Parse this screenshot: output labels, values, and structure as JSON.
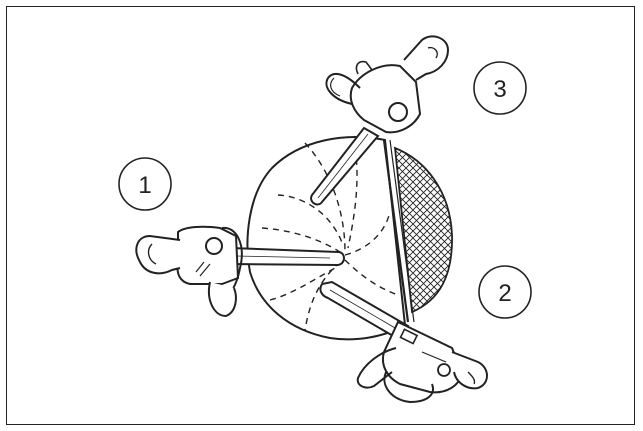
{
  "figure": {
    "callouts": [
      {
        "id": "1",
        "label": "1"
      },
      {
        "id": "2",
        "label": "2"
      },
      {
        "id": "3",
        "label": "3"
      }
    ],
    "colors": {
      "line": "#222222",
      "background": "#ffffff"
    }
  }
}
